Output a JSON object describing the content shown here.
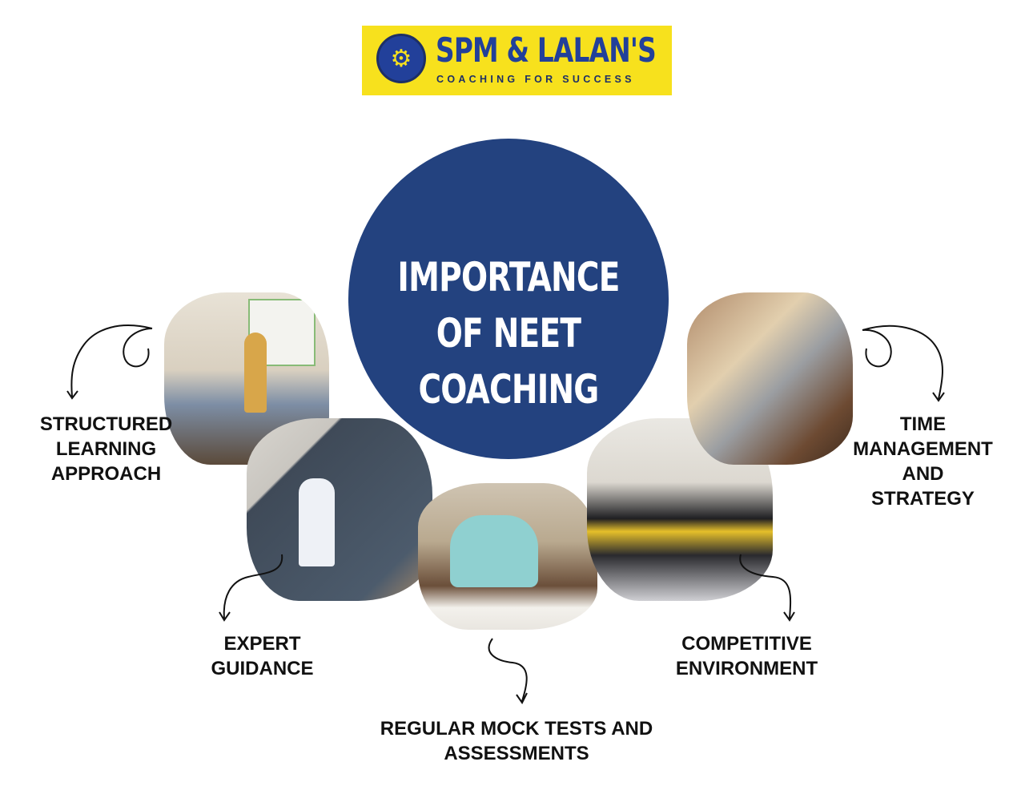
{
  "logo": {
    "name": "SPM & LALAN'S",
    "tagline": "COACHING FOR SUCCESS",
    "colors": {
      "background": "#f7e11d",
      "text": "#22409a"
    },
    "emblem_icon": "stethoscope-gear-icon"
  },
  "hub": {
    "title": "IMPORTANCE OF NEET COACHING",
    "color": "#23427f"
  },
  "items": [
    {
      "label": "STRUCTURED LEARNING APPROACH",
      "lines": [
        "STRUCTURED",
        "LEARNING",
        "APPROACH"
      ],
      "photo": "teacher-at-whiteboard-classroom"
    },
    {
      "label": "EXPERT GUIDANCE",
      "lines": [
        "EXPERT",
        "GUIDANCE"
      ],
      "photo": "teacher-writing-on-smartboard"
    },
    {
      "label": "REGULAR MOCK TESTS AND ASSESSMENTS",
      "lines": [
        "REGULAR MOCK TESTS AND",
        "ASSESSMENTS"
      ],
      "photo": "student-writing-exam"
    },
    {
      "label": "COMPETITIVE ENVIRONMENT",
      "lines": [
        "COMPETITIVE",
        "ENVIRONMENT"
      ],
      "photo": "students-in-uniform-classroom"
    },
    {
      "label": "TIME MANAGEMENT AND STRATEGY",
      "lines": [
        "TIME",
        "MANAGEMENT",
        "AND",
        "STRATEGY"
      ],
      "photo": "student-studying-at-desk"
    }
  ]
}
